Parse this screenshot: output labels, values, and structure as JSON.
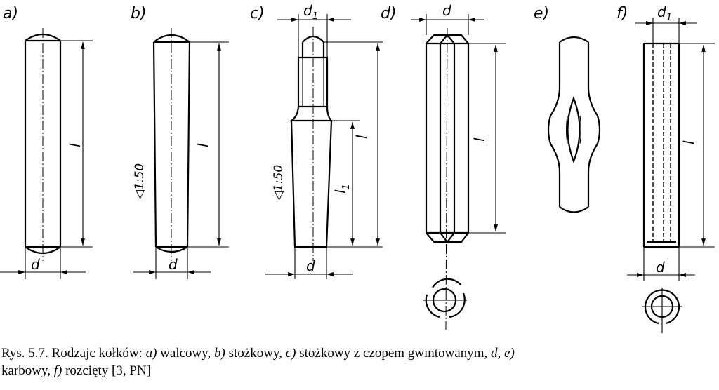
{
  "panels": [
    {
      "label": "a)"
    },
    {
      "label": "b)"
    },
    {
      "label": "c)"
    },
    {
      "label": "d)"
    },
    {
      "label": "e)"
    },
    {
      "label": "f)"
    }
  ],
  "dims": {
    "d": "d",
    "d1": "d",
    "d1_sub": "1",
    "l": "l",
    "l1": "l",
    "l1_sub": "1",
    "taper": "◁1:50"
  },
  "caption": {
    "line1": [
      "Rys. 5.7. Rodzajc kołków: ",
      "a)",
      " walcowy, ",
      "b)",
      " stożkowy, ",
      "c)",
      " stożkowy z czopem gwintowanym, ",
      "d, e)"
    ],
    "line2": [
      "karbowy, ",
      "f)",
      " rozcięty [3, PN]"
    ]
  }
}
